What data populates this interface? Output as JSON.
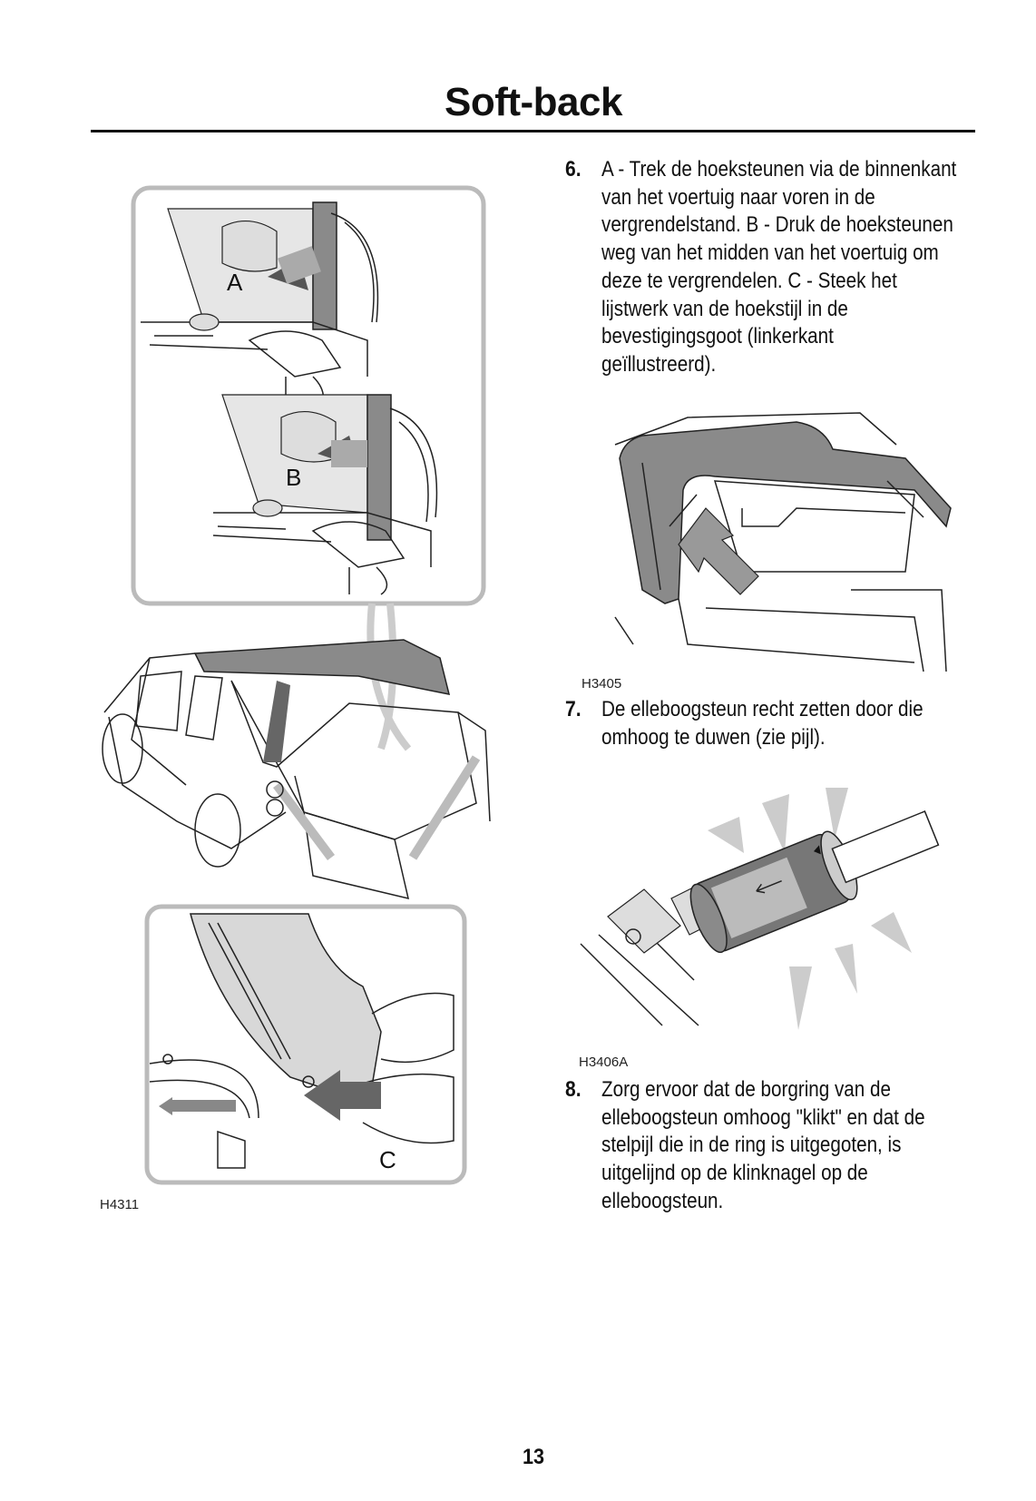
{
  "page": {
    "title": "Soft-back",
    "page_number": "13"
  },
  "figures": {
    "left": {
      "label": "H4311",
      "callouts": {
        "a": "A",
        "b": "B",
        "c": "C"
      }
    },
    "top_right": {
      "label": "H3405"
    },
    "bottom_right": {
      "label": "H3406A"
    }
  },
  "steps": [
    {
      "number": "6.",
      "lines": [
        "A - Trek de hoeksteunen via de binnenkant",
        "van het voertuig naar voren in de",
        "vergrendelstand. B - Druk de hoeksteunen",
        "weg van het midden van het voertuig om",
        "deze te vergrendelen. C - Steek het",
        "lijstwerk van de hoekstijl in de",
        "bevestigingsgoot (linkerkant",
        "geïllustreerd)."
      ]
    },
    {
      "number": "7.",
      "lines": [
        "De elleboogsteun recht zetten door die",
        "omhoog te duwen (zie pijl)."
      ]
    },
    {
      "number": "8.",
      "lines": [
        "Zorg ervoor dat de borgring van de",
        "elleboogsteun omhoog \"klikt\" en dat de",
        "stelpijl die in de ring is uitgegoten, is",
        "uitgelijnd op de klinknagel op de",
        "elleboogsteun."
      ]
    }
  ]
}
